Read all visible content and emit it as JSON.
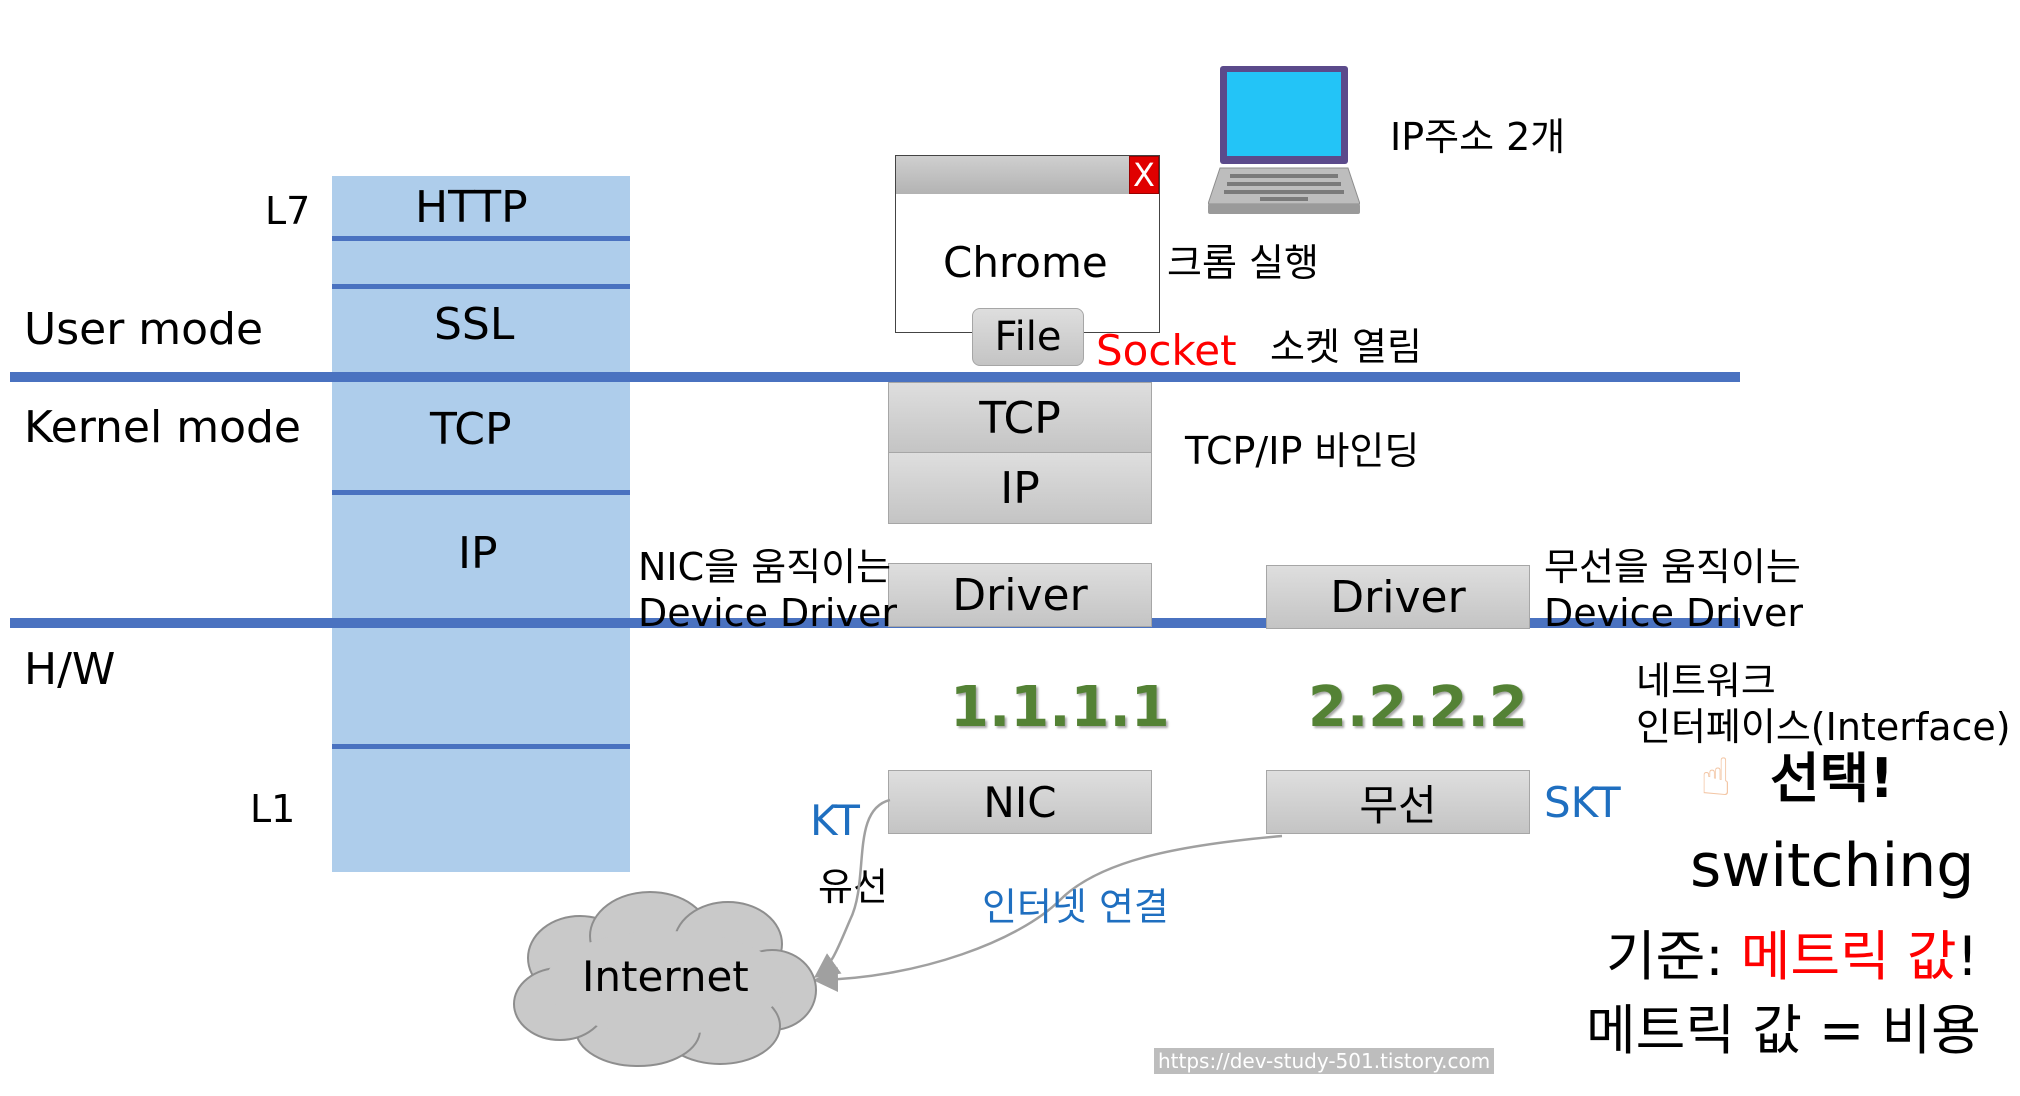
{
  "layers": {
    "l7": "L7",
    "l1": "L1",
    "user_mode": "User mode",
    "kernel_mode": "Kernel mode",
    "hw": "H/W"
  },
  "stack": {
    "http": "HTTP",
    "ssl": "SSL",
    "tcp": "TCP",
    "ip": "IP"
  },
  "laptop": {
    "label": "IP주소 2개",
    "screen_color": "#23c4f7"
  },
  "chrome": {
    "label": "Chrome",
    "close": "X",
    "note": "크롬 실행"
  },
  "file": {
    "label": "File",
    "socket": "Socket",
    "socket_note": "소켓 열림"
  },
  "proc": {
    "tcp": "TCP",
    "ip": "IP",
    "binding_note": "TCP/IP 바인딩"
  },
  "wired": {
    "driver": "Driver",
    "driver_note_1": "NIC을 움직이는",
    "driver_note_2": "Device Driver",
    "ip_addr": "1.1.1.1",
    "device": "NIC",
    "isp": "KT",
    "medium": "유선"
  },
  "wireless": {
    "driver": "Driver",
    "driver_note_1": "무선을 움직이는",
    "driver_note_2": "Device Driver",
    "ip_addr": "2.2.2.2",
    "device": "무선",
    "isp": "SKT"
  },
  "internet": {
    "label": "Internet",
    "connection": "인터넷 연결"
  },
  "selection": {
    "line1": "네트워크",
    "line2": "인터페이스(Interface)",
    "hand": "☝",
    "pick": "선택!",
    "switching": "switching",
    "criteria_prefix": "기준: ",
    "criteria_value": "메트릭 값",
    "criteria_suffix": "!",
    "cost": "메트릭 값 = 비용"
  },
  "watermark": "https://dev-study-501.tistory.com",
  "colors": {
    "accent_blue": "#4a72c0",
    "red": "#ff0000",
    "link_blue": "#1f6fc0",
    "green": "#548235"
  }
}
